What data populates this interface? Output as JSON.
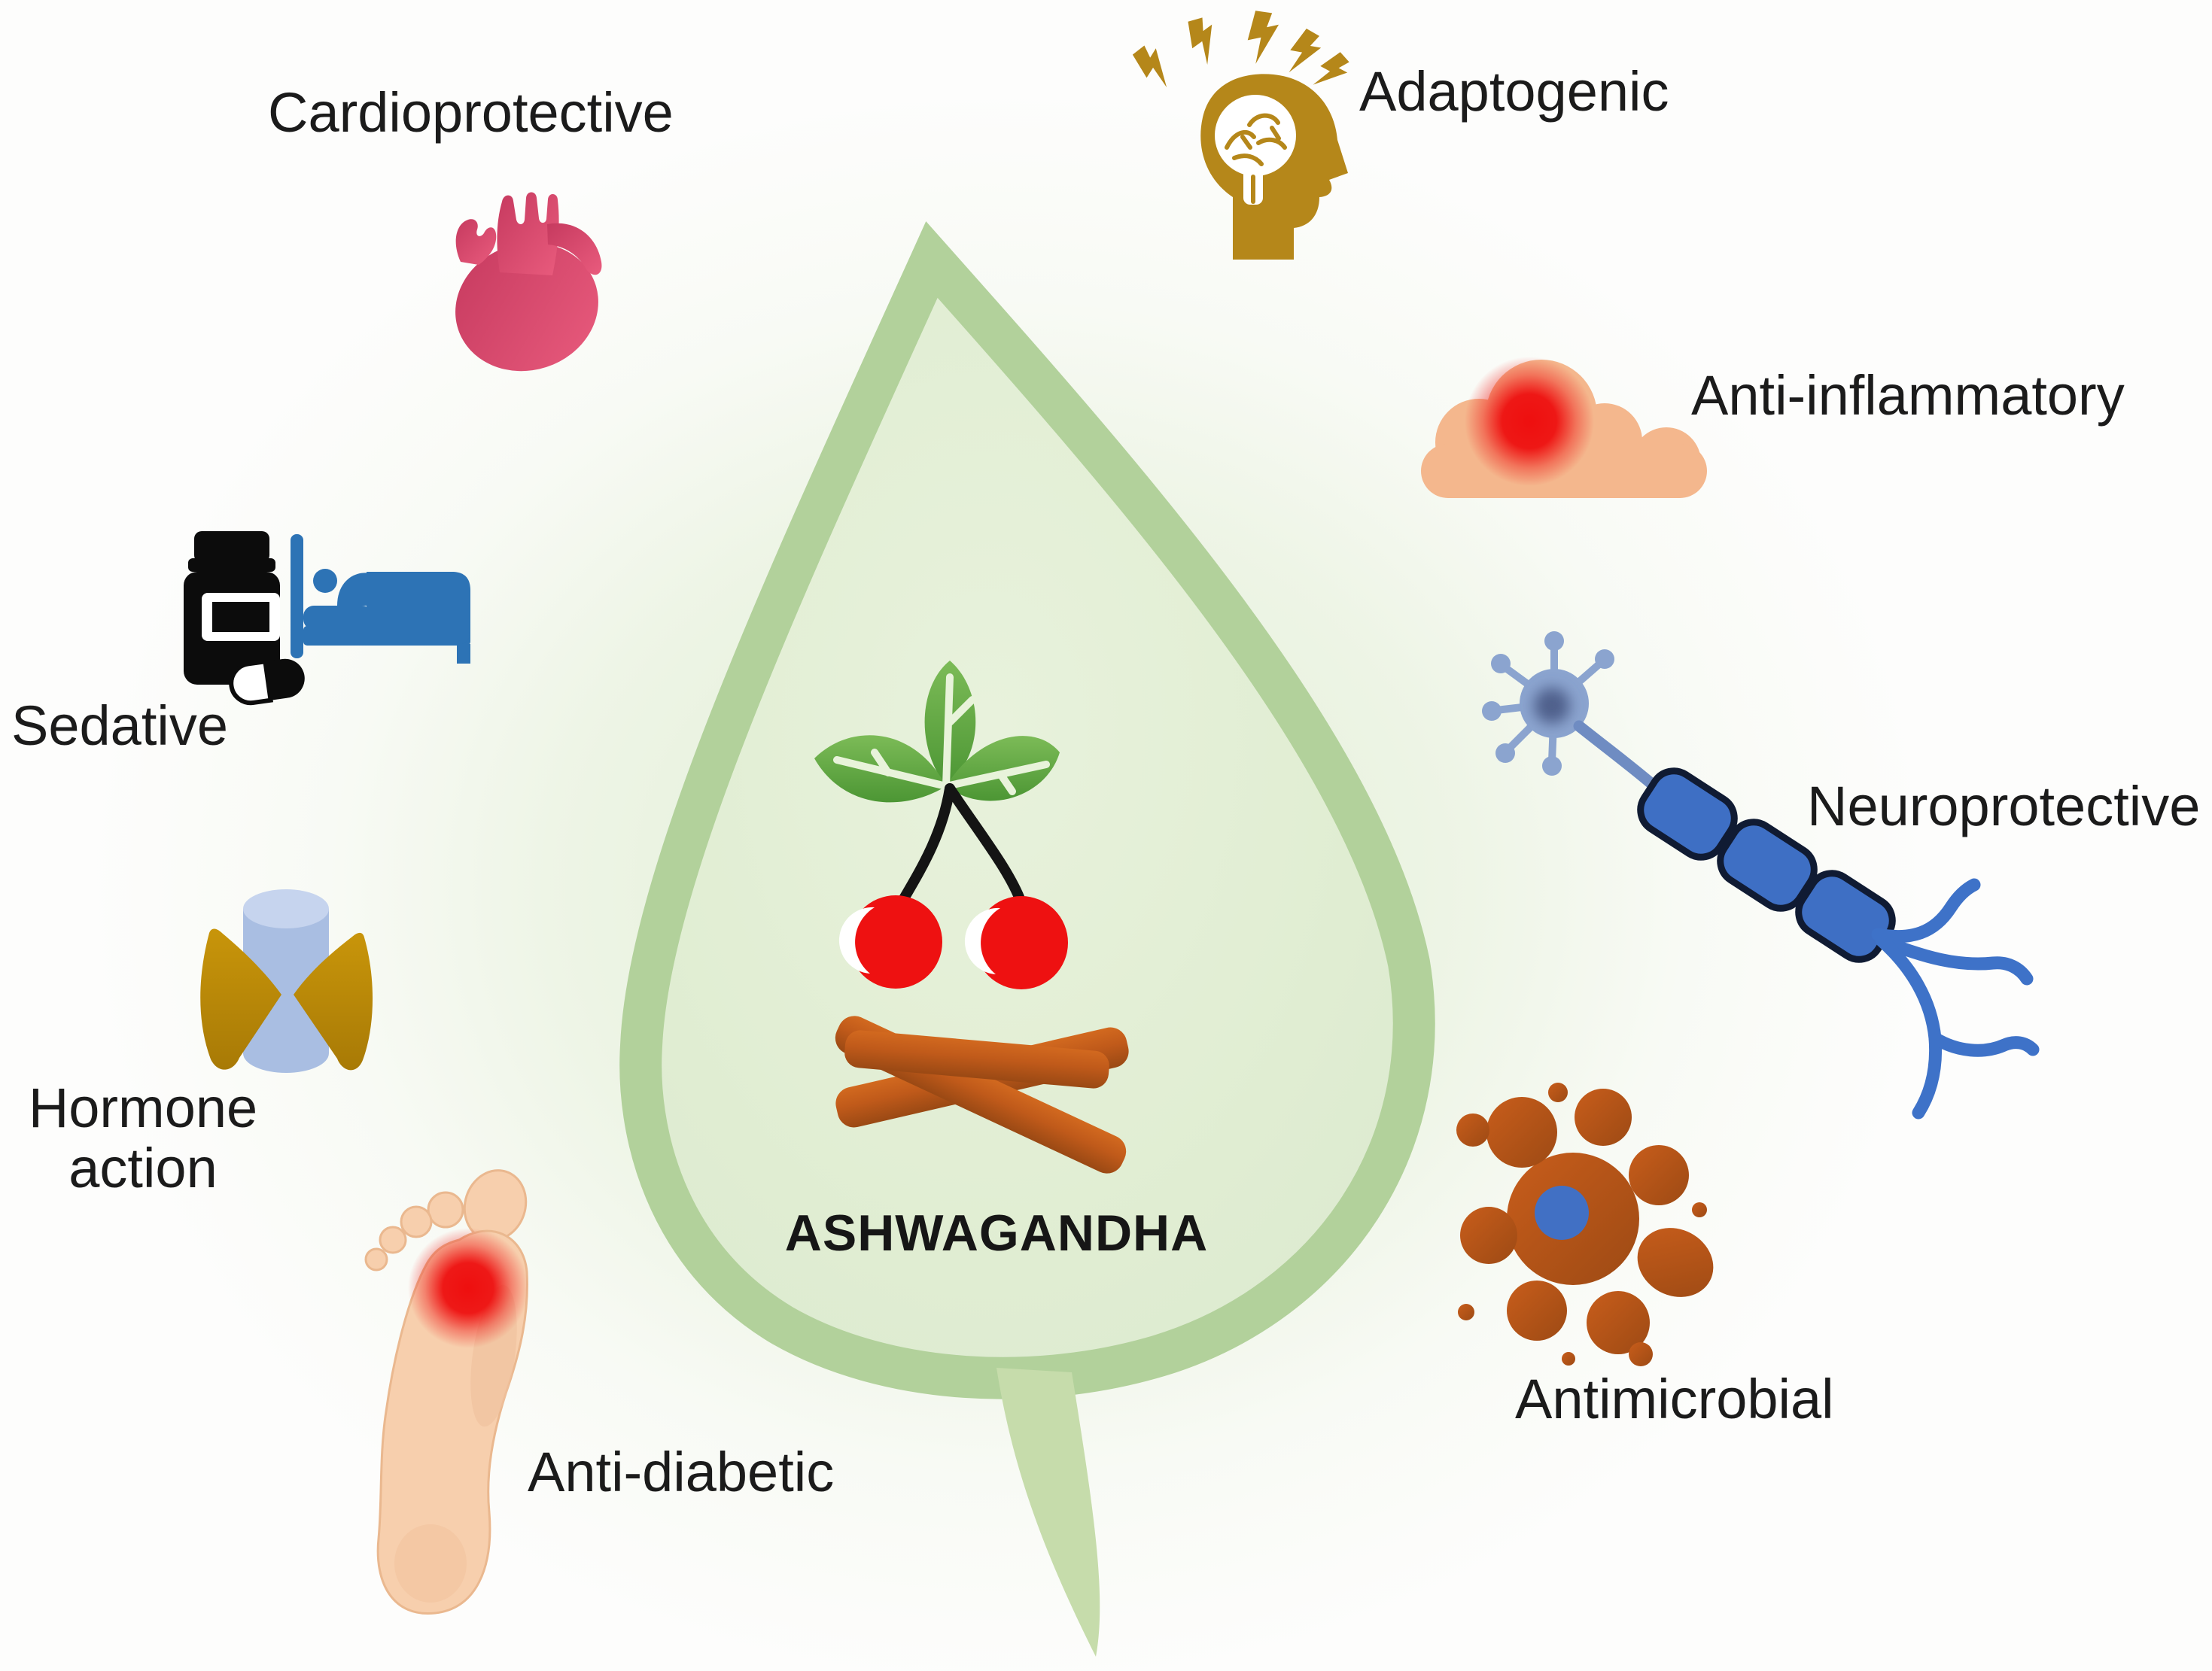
{
  "diagram": {
    "subject": "ASHWAGANDHA",
    "type": "radial-benefits-infographic"
  },
  "labels": {
    "cardioprotective": "Cardioprotective",
    "adaptogenic": "Adaptogenic",
    "anti_inflammatory": "Anti-inflammatory",
    "neuroprotective": "Neuroprotective",
    "antimicrobial": "Antimicrobial",
    "anti_diabetic": "Anti-diabetic",
    "hormone_line1": "Hormone",
    "hormone_line2": "action",
    "sedative": "Sedative",
    "center_title": "ASHWAGANDHA"
  },
  "icons": [
    {
      "name": "heart-icon",
      "meaning": "Cardioprotective"
    },
    {
      "name": "stressed-brain-head-icon",
      "meaning": "Adaptogenic"
    },
    {
      "name": "skin-inflammation-icon",
      "meaning": "Anti-inflammatory"
    },
    {
      "name": "neuron-icon",
      "meaning": "Neuroprotective"
    },
    {
      "name": "microbe-splat-icon",
      "meaning": "Antimicrobial"
    },
    {
      "name": "foot-sole-icon",
      "meaning": "Anti-diabetic"
    },
    {
      "name": "thyroid-gland-icon",
      "meaning": "Hormone action"
    },
    {
      "name": "pill-bottle-bed-icon",
      "meaning": "Sedative"
    },
    {
      "name": "cherries-icon",
      "meaning": "ashwagandha berries"
    },
    {
      "name": "roots-icon",
      "meaning": "ashwagandha roots"
    },
    {
      "name": "leaf-outline",
      "meaning": "central leaf frame"
    }
  ],
  "palette": {
    "leaf_border": "#b2d19b",
    "leaf_fill": "#e0edd2",
    "glow": "#e3eed6",
    "heart_pink": "#d8436a",
    "gold": "#b5871a",
    "peach": "#f4b78d",
    "inflammation_red": "#ee1111",
    "neuron_blue": "#3e6fc4",
    "neuron_outline": "#101b33",
    "microbe_brown": "#c05a1a",
    "nucleus_blue": "#4170c4",
    "skin": "#f7cfad",
    "thyroid_blue": "#a9bee2",
    "thyroid_gold": "#bf8d06",
    "bed_blue": "#2d73b5",
    "bottle_black": "#0c0c0c",
    "cherry_red": "#ee1111",
    "leafy_green": "#5aa53c",
    "root_brown": "#c05a1a",
    "text": "#1b1b1b"
  }
}
